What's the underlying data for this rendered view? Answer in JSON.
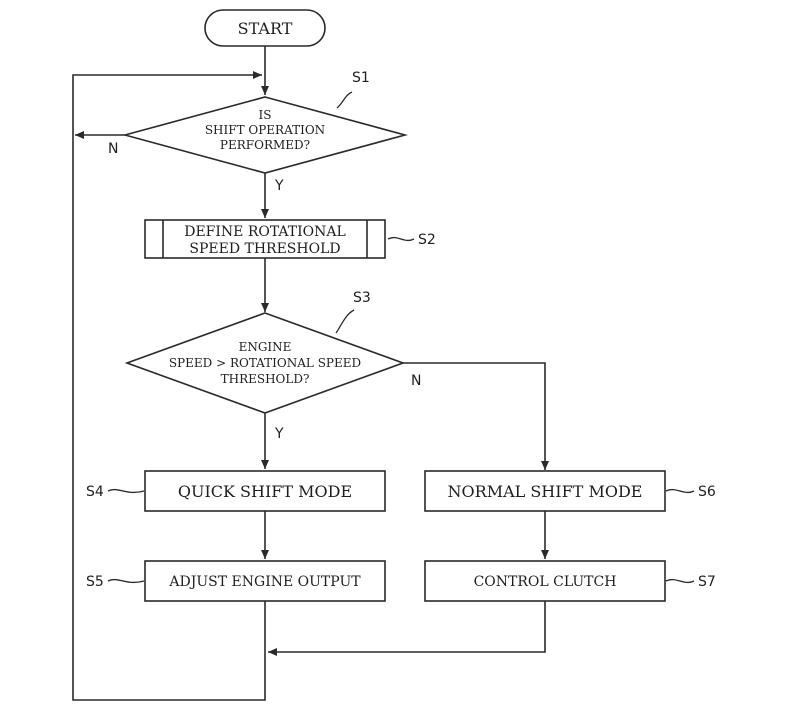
{
  "start": {
    "label": "START"
  },
  "s1": {
    "step": "S1",
    "lines": [
      "IS",
      "SHIFT OPERATION",
      "PERFORMED?"
    ],
    "yes": "Y",
    "no": "N"
  },
  "s2": {
    "step": "S2",
    "lines": [
      "DEFINE ROTATIONAL",
      "SPEED THRESHOLD"
    ]
  },
  "s3": {
    "step": "S3",
    "lines": [
      "ENGINE",
      "SPEED > ROTATIONAL SPEED",
      "THRESHOLD?"
    ],
    "yes": "Y",
    "no": "N"
  },
  "s4": {
    "step": "S4",
    "label": "QUICK SHIFT MODE"
  },
  "s5": {
    "step": "S5",
    "label": "ADJUST ENGINE OUTPUT"
  },
  "s6": {
    "step": "S6",
    "label": "NORMAL SHIFT MODE"
  },
  "s7": {
    "step": "S7",
    "label": "CONTROL CLUTCH"
  }
}
